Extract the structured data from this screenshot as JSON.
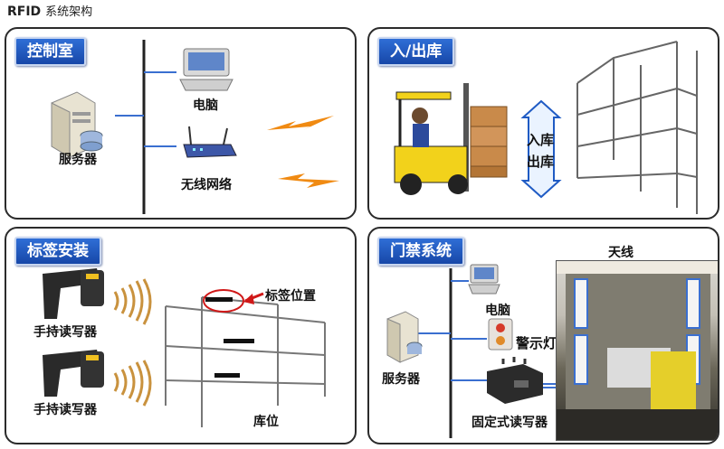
{
  "header": {
    "title_en": "RFID",
    "title_cn": "系统架构"
  },
  "panels": {
    "control_room": {
      "title": "控制室",
      "server": "服务器",
      "computer": "电脑",
      "wireless": "无线网络"
    },
    "warehouse_io": {
      "title": "入/出库",
      "in_label": "入库",
      "out_label": "出库"
    },
    "tag_install": {
      "title": "标签安装",
      "handheld_1": "手持读写器",
      "handheld_2": "手持读写器",
      "tag_position": "标签位置",
      "storage_bay": "库位"
    },
    "access_control": {
      "title": "门禁系统",
      "antenna": "天线",
      "computer": "电脑",
      "warning_light": "警示灯",
      "server": "服务器",
      "fixed_reader": "固定式读写器"
    }
  },
  "colors": {
    "badge_blue": "#1f5bc4",
    "line_blue": "#3a6fd0",
    "spark_orange": "#f08a12",
    "forklift_yellow": "#f2d21b"
  }
}
